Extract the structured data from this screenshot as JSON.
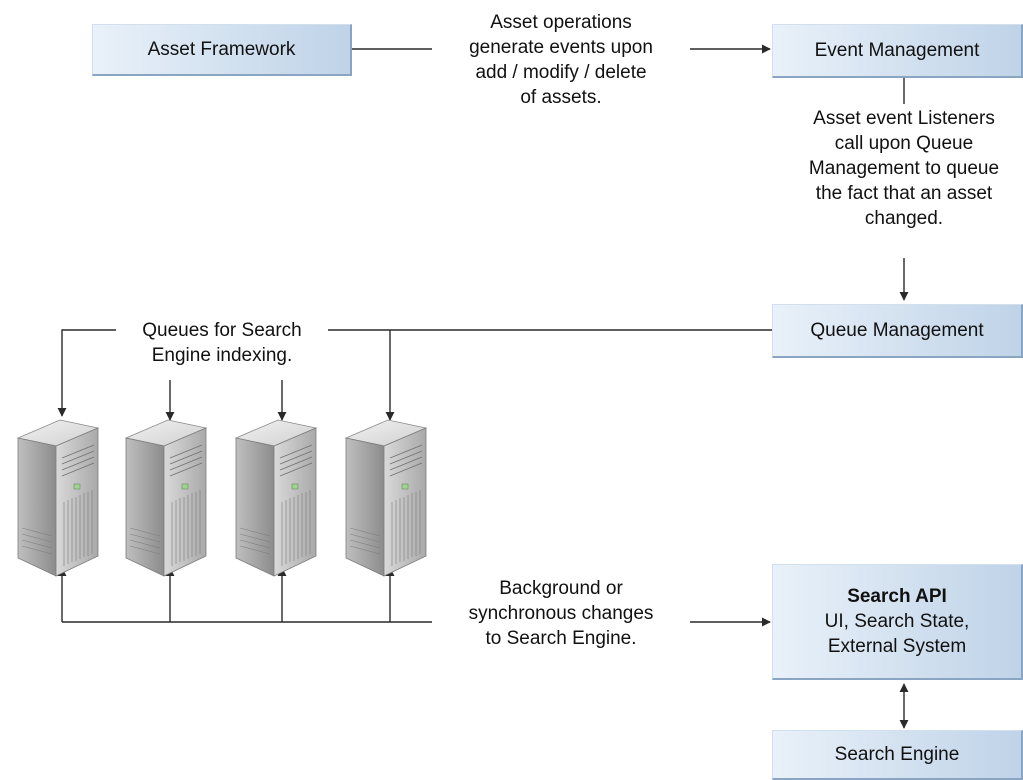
{
  "boxes": {
    "asset_framework": {
      "label": "Asset Framework"
    },
    "event_management": {
      "label": "Event Management"
    },
    "queue_management": {
      "label": "Queue Management"
    },
    "search_api": {
      "title": "Search API",
      "line1": "UI, Search State,",
      "line2": "External System"
    },
    "search_engine": {
      "label": "Search Engine"
    }
  },
  "annotations": {
    "asset_operations": "Asset operations\ngenerate events upon\nadd / modify / delete\nof assets.",
    "asset_event_listeners": "Asset event Listeners\ncall upon Queue\nManagement to queue\nthe fact that an asset\nchanged.",
    "queues_for_search": "Queues for Search\nEngine indexing.",
    "background_changes": "Background or\nsynchronous changes\nto Search Engine."
  },
  "servers": [
    {
      "icon": "server-tower-icon"
    },
    {
      "icon": "server-tower-icon"
    },
    {
      "icon": "server-tower-icon"
    },
    {
      "icon": "server-tower-icon"
    }
  ],
  "colors": {
    "box_light": "#e9f1f9",
    "box_dark": "#bfd3e8",
    "box_edge": "#8aa5c1",
    "connector": "#2a2a2a"
  }
}
